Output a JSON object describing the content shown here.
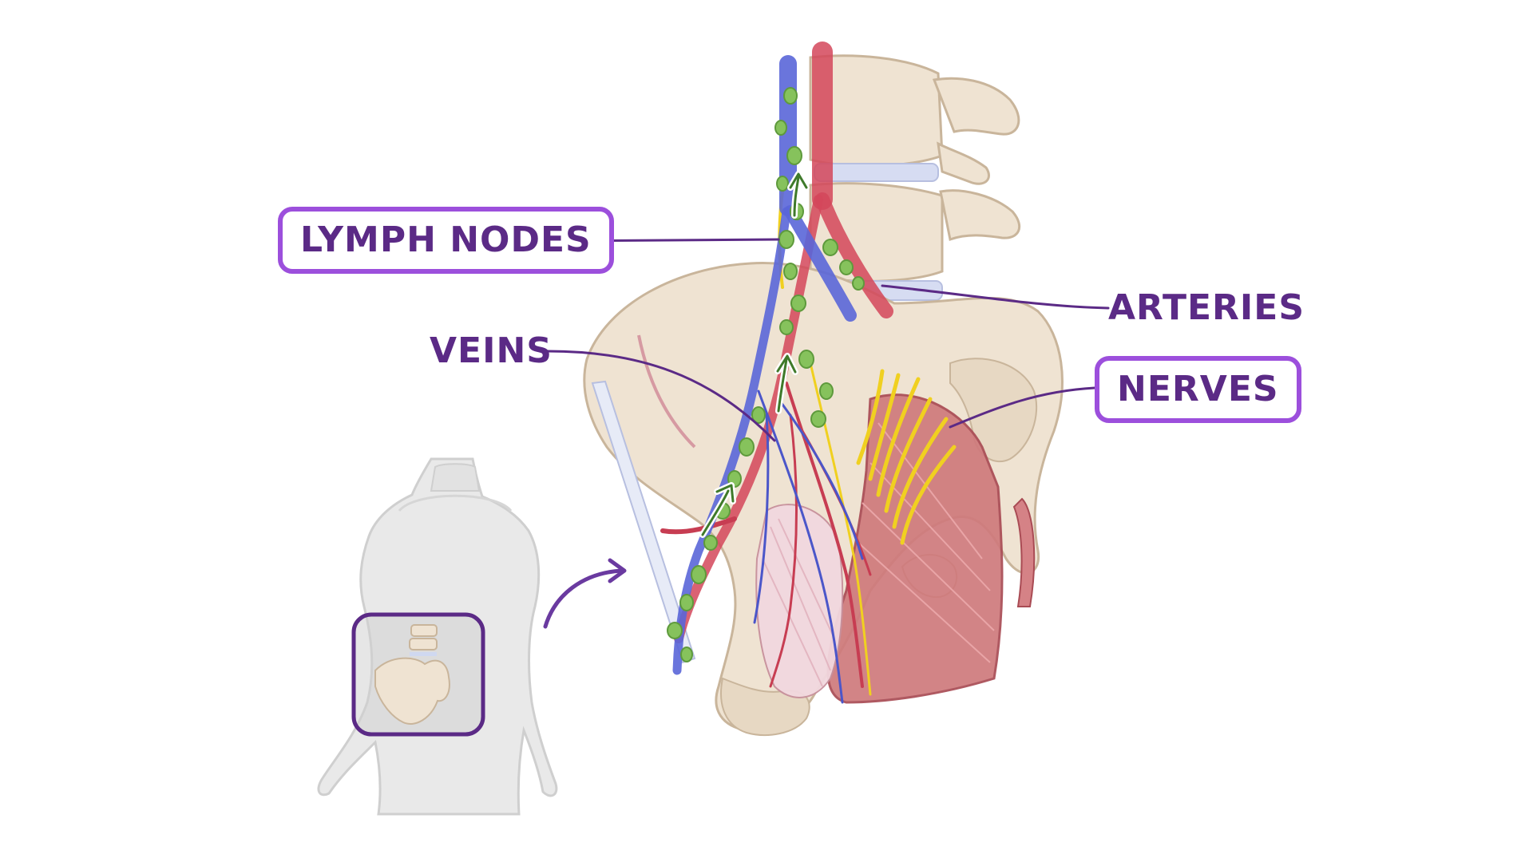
{
  "labels": {
    "lymph_nodes": "LYMPH NODES",
    "veins": "VEINS",
    "arteries": "ARTERIES",
    "nerves": "NERVES"
  },
  "colors": {
    "label_text": "#5b2a86",
    "label_box": "#9c4fdc",
    "bone": "#efe3d2",
    "bone_outline": "#c9b59b",
    "artery": "#d4465b",
    "vein": "#5a66d8",
    "lymph_node": "#86c25c",
    "nerve": "#f0d020",
    "muscle": "#c96063",
    "body_silhouette": "#e6e6e6"
  },
  "icons": {
    "flow_arrows": "lymph-flow-arrow-icon",
    "pointer": "curved-arrow-icon"
  }
}
